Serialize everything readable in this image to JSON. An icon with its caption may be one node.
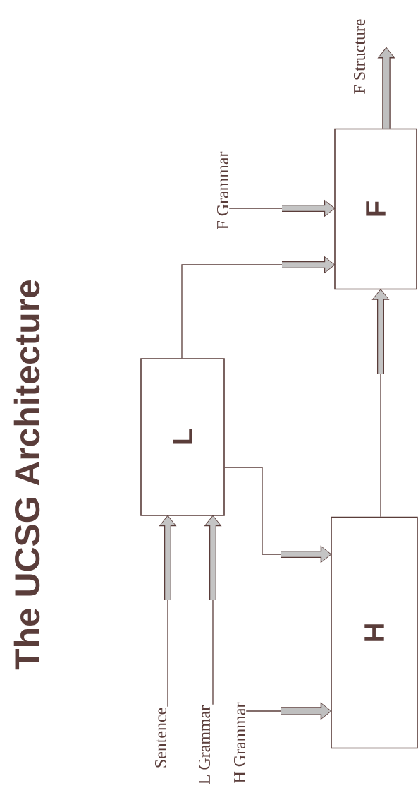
{
  "diagram": {
    "title": "The UCSG Architecture",
    "nodes": [
      {
        "text": [
          "Sentence"
        ]
      },
      {
        "text": [
          "L Grammar"
        ]
      },
      {
        "text": [
          "H Grammar"
        ]
      },
      {
        "text": [
          "F Grammar"
        ]
      },
      {
        "text": [
          "L"
        ]
      },
      {
        "text": [
          "H"
        ]
      },
      {
        "text": [
          "F"
        ]
      }
    ],
    "edges": [
      {
        "from": 0,
        "to": 4,
        "arrow": "to"
      },
      {
        "from": 1,
        "to": 4,
        "arrow": "to"
      },
      {
        "from": 4,
        "to": 5,
        "arrow": "to"
      },
      {
        "from": 2,
        "to": 5,
        "arrow": "to",
        "style": "thick",
        "color": "#bfbfbf"
      },
      {
        "from": 4,
        "to": 6,
        "arrow": "to"
      },
      {
        "from": 3,
        "to": 6,
        "arrow": "to"
      },
      {
        "from": 5,
        "to": 6,
        "arrow": "to"
      },
      {
        "from": 6,
        "to": null,
        "arrow": "to",
        "label": "F Structure",
        "style": "thick",
        "color": "#bfbfbf"
      }
    ]
  }
}
